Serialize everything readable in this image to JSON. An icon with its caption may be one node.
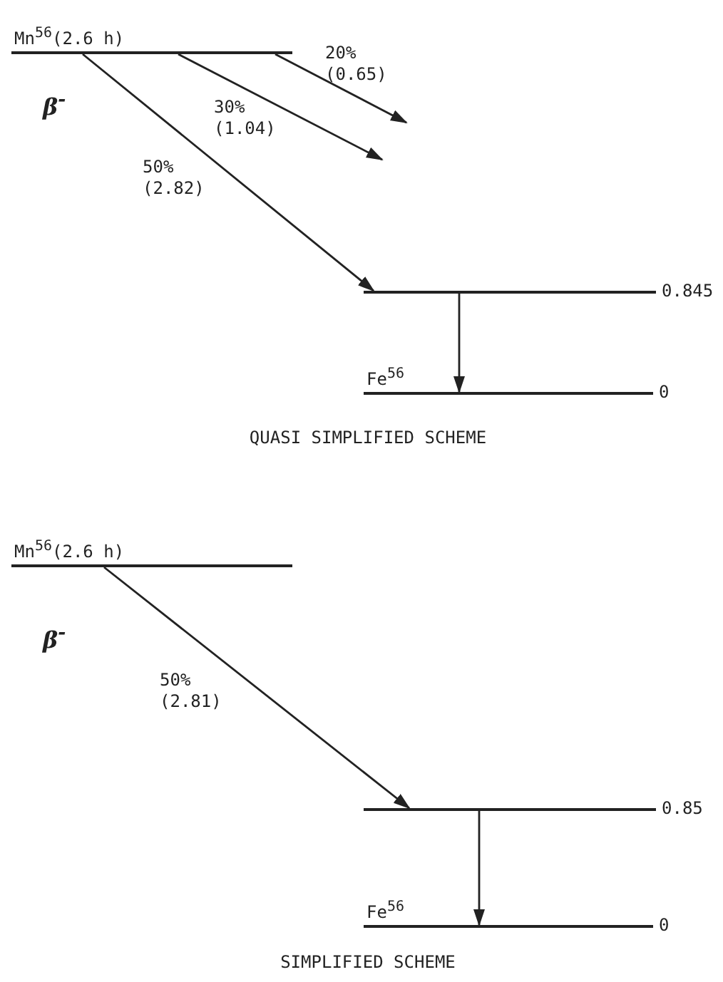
{
  "diagram": {
    "nodes": [
      {
        "text": [
          "Mn$^{56}$(2.6 h)"
        ]
      },
      {
        "text": [],
        "shape": "bar",
        "beside": [
          "0.845"
        ]
      },
      {
        "text": [
          "Fe$^{56}$"
        ],
        "beside": [
          "0"
        ]
      },
      {
        "text": [
          "Mn$^{56}$(2.6 h)"
        ]
      },
      {
        "text": [],
        "shape": "bar",
        "beside": [
          "0.85"
        ]
      },
      {
        "text": [
          "Fe$^{56}$"
        ],
        "beside": [
          "0"
        ]
      }
    ],
    "edges": [
      {
        "from": 0,
        "to": null,
        "arrow": "to",
        "label": "20% (0.65)"
      },
      {
        "from": 0,
        "to": null,
        "arrow": "to",
        "label": "30% (1.04)"
      },
      {
        "from": 0,
        "to": 1,
        "arrow": "to",
        "label": "50% (2.82)"
      },
      {
        "from": 1,
        "to": 2,
        "arrow": "to"
      },
      {
        "from": 3,
        "to": 4,
        "arrow": "to",
        "label": "50% (2.81)"
      },
      {
        "from": 4,
        "to": 5,
        "arrow": "to"
      }
    ],
    "labels": [
      "β$^{-}$",
      "QUASI SIMPLIFIED SCHEME",
      "β$^{-}$",
      "SIMPLIFIED SCHEME"
    ]
  }
}
